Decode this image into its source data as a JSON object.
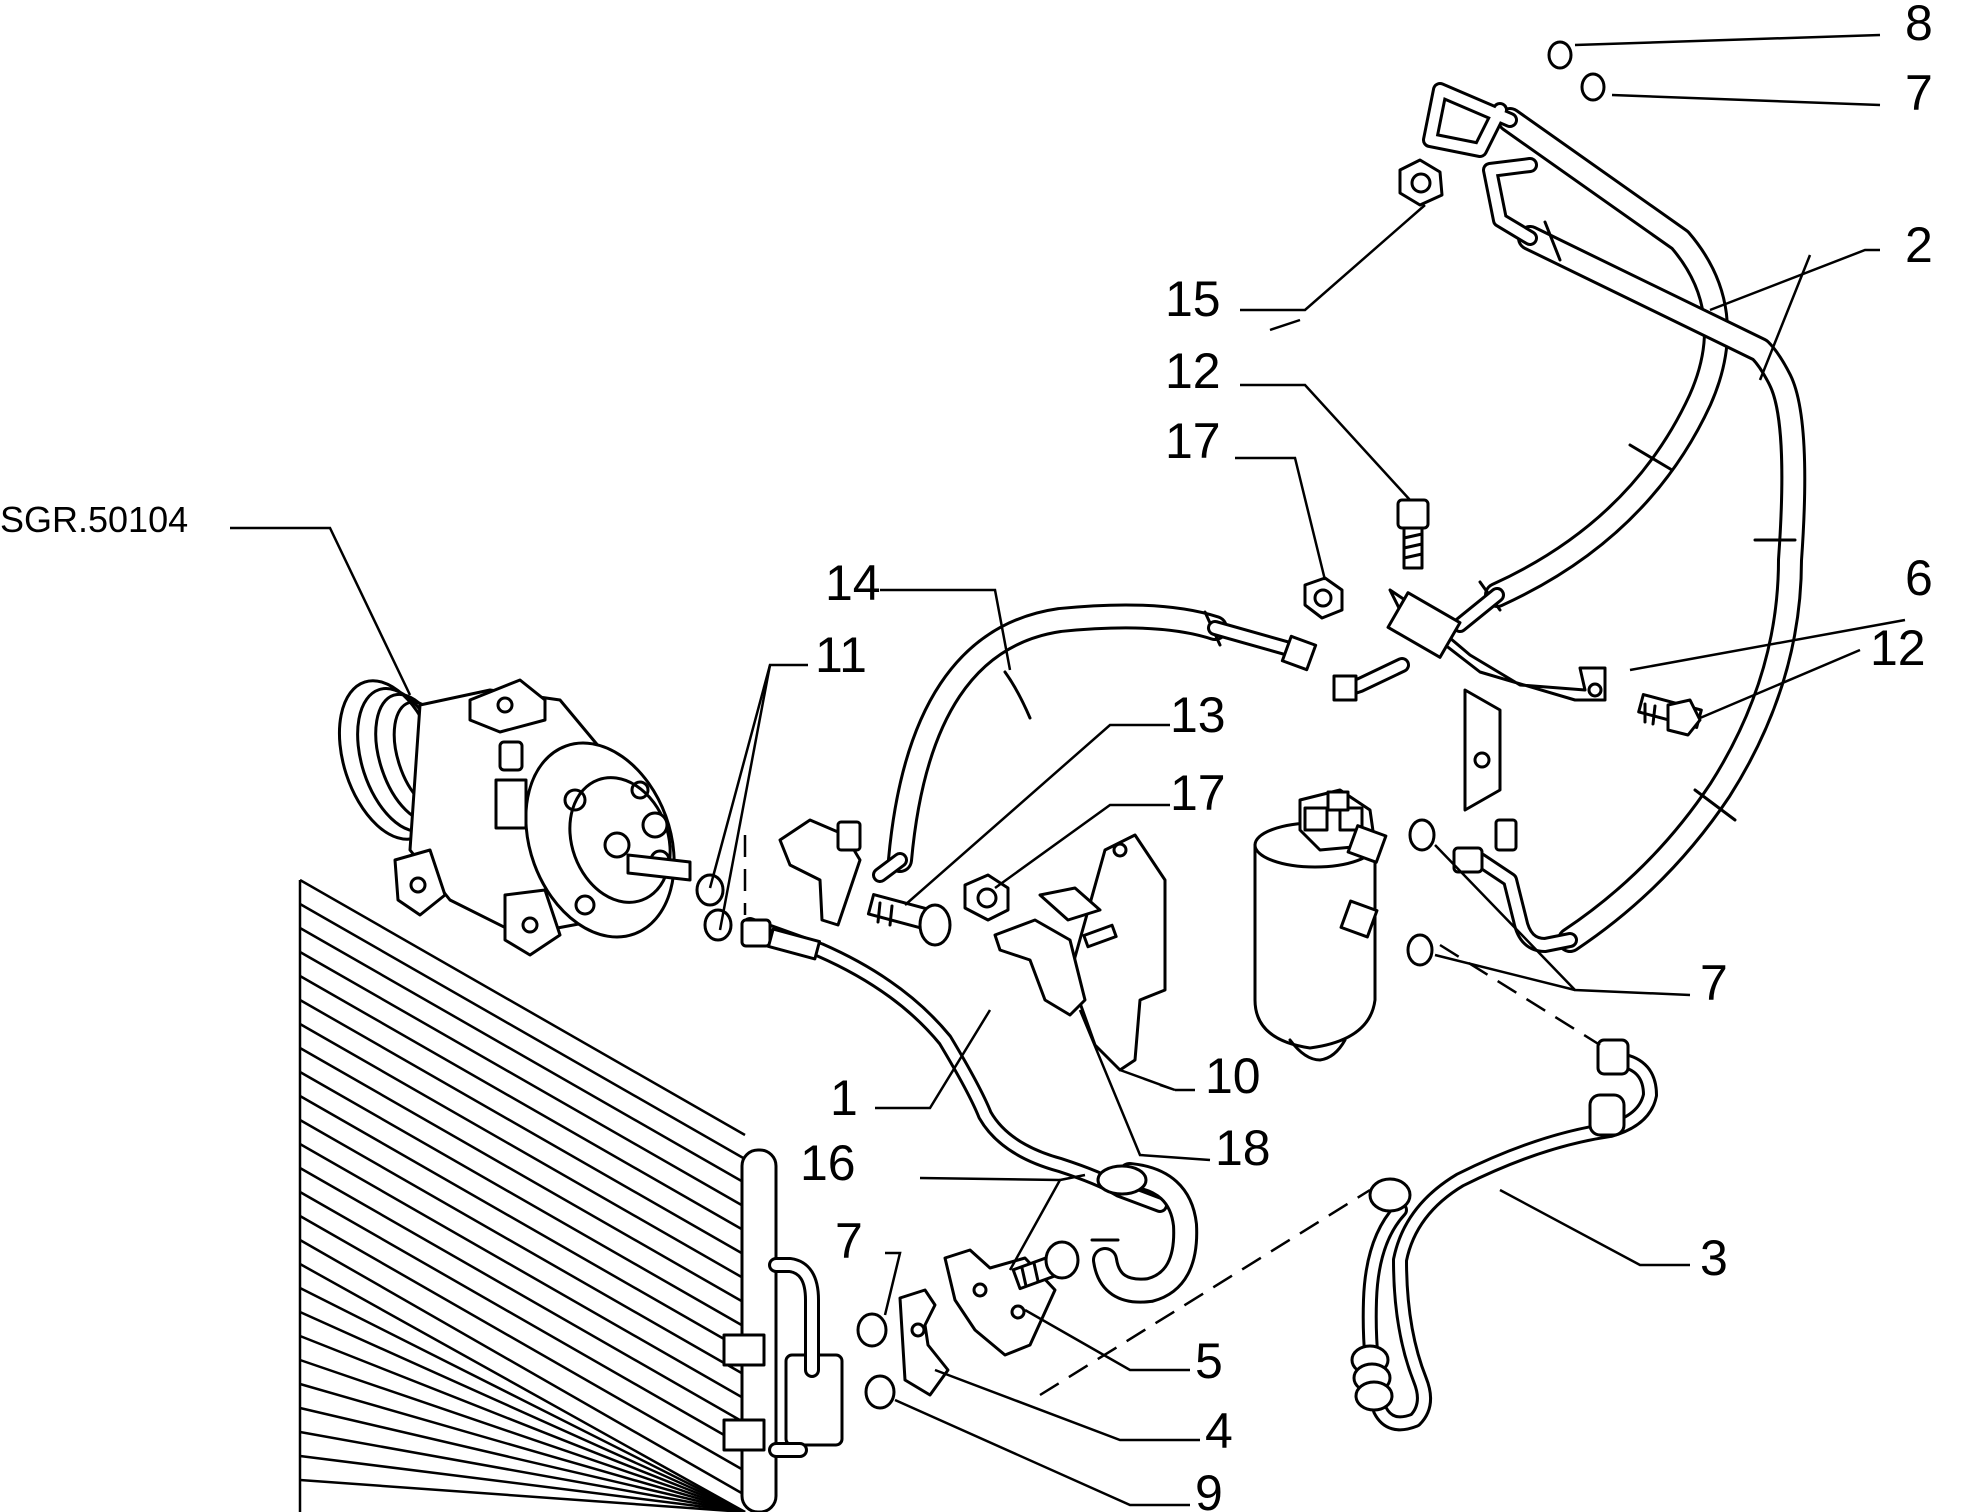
{
  "reference_label": "SGR.50104",
  "callouts": [
    "8",
    "7",
    "2",
    "15",
    "12",
    "17",
    "14",
    "11",
    "6",
    "12",
    "13",
    "17",
    "7",
    "10",
    "1",
    "18",
    "16",
    "3",
    "7",
    "5",
    "4",
    "9"
  ]
}
